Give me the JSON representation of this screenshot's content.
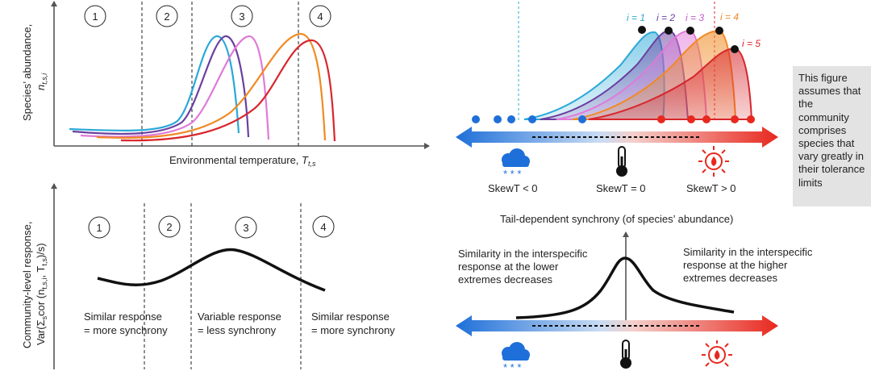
{
  "top_left": {
    "y_label_line1": "Species’ abundance,",
    "y_label_sym": "n",
    "y_label_sub": "t,s,i",
    "x_label": "Environmental temperature, ",
    "x_label_sym": "T",
    "x_label_sub": "t,s",
    "zones": [
      "1",
      "2",
      "3",
      "4"
    ]
  },
  "bottom_left": {
    "y_label_line1": "Community-level response,",
    "y_label_line2": "Var(Σ",
    "y_label_line2_sub": "s",
    "y_label_line2_rest": "cor (n",
    "y_label_line2_sub2": "t,s,i",
    "y_label_line2_mid": ", T",
    "y_label_line2_sub3": "t,s",
    "y_label_line2_end": ")/s)",
    "zones": [
      "1",
      "2",
      "3",
      "4"
    ],
    "captions": [
      {
        "line1": "Similar response",
        "line2": "= more synchrony"
      },
      {
        "line1": "Variable response",
        "line2": "= less synchrony"
      },
      {
        "line1": "Similar response",
        "line2": "= more synchrony"
      }
    ]
  },
  "top_right": {
    "species_labels": [
      "i = 1",
      "i = 2",
      "i = 3",
      "i = 4",
      "i = 5"
    ],
    "skew_labels": [
      "SkewT < 0",
      "SkewT = 0",
      "SkewT > 0"
    ],
    "note": "This figure assumes that the community comprises species that vary greatly in their tolerance limits"
  },
  "bottom_right": {
    "title": "Tail-dependent synchrony (of species’ abundance)",
    "left_text": [
      "Similarity in the interspecific",
      "response at the lower",
      "extremes decreases"
    ],
    "right_text": [
      "Similarity in the interspecific",
      "response at the higher",
      "extremes decreases"
    ]
  },
  "colors": {
    "species": [
      "#2aa8d8",
      "#6b3fa0",
      "#e07ad8",
      "#f08a24",
      "#d8262c"
    ],
    "cold": "#1e6fd9",
    "hot": "#e8281e",
    "note_bg": "#e3e3e3"
  },
  "icons": [
    "snow-cloud-icon",
    "thermometer-icon",
    "sun-fire-icon"
  ]
}
